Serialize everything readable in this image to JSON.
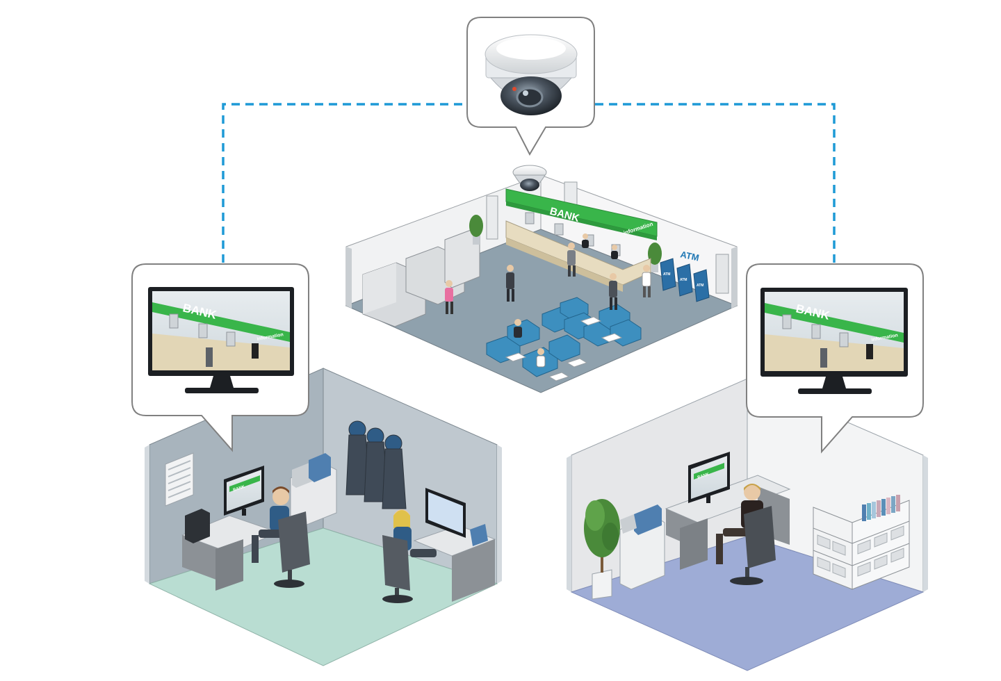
{
  "bank": {
    "sign": "BANK",
    "info": "information",
    "atm": "ATM",
    "atm_screen": "ATM"
  },
  "left_office": {
    "monitor_sign": "BANK",
    "monitor_info": "information",
    "desk_monitor_sign": "BANK"
  },
  "right_office": {
    "monitor_sign": "BANK",
    "monitor_info": "information",
    "desk_monitor_sign": "BANK"
  },
  "colors": {
    "network_line": "#1e9ad6",
    "bank_green": "#39b54a",
    "bank_floor": "#8fa1ad",
    "sofa_blue": "#3d8fbf",
    "left_floor": "#b9ddd2",
    "left_wall": "#a8b4bd",
    "right_floor": "#9eacd6",
    "right_wall": "#e8e9eb",
    "callout_border": "#808080"
  },
  "icons": [
    "dome-camera-icon",
    "monitor-icon",
    "person-icon",
    "plant-icon",
    "atm-icon",
    "sofa-icon",
    "coat-icon",
    "shelf-icon"
  ]
}
